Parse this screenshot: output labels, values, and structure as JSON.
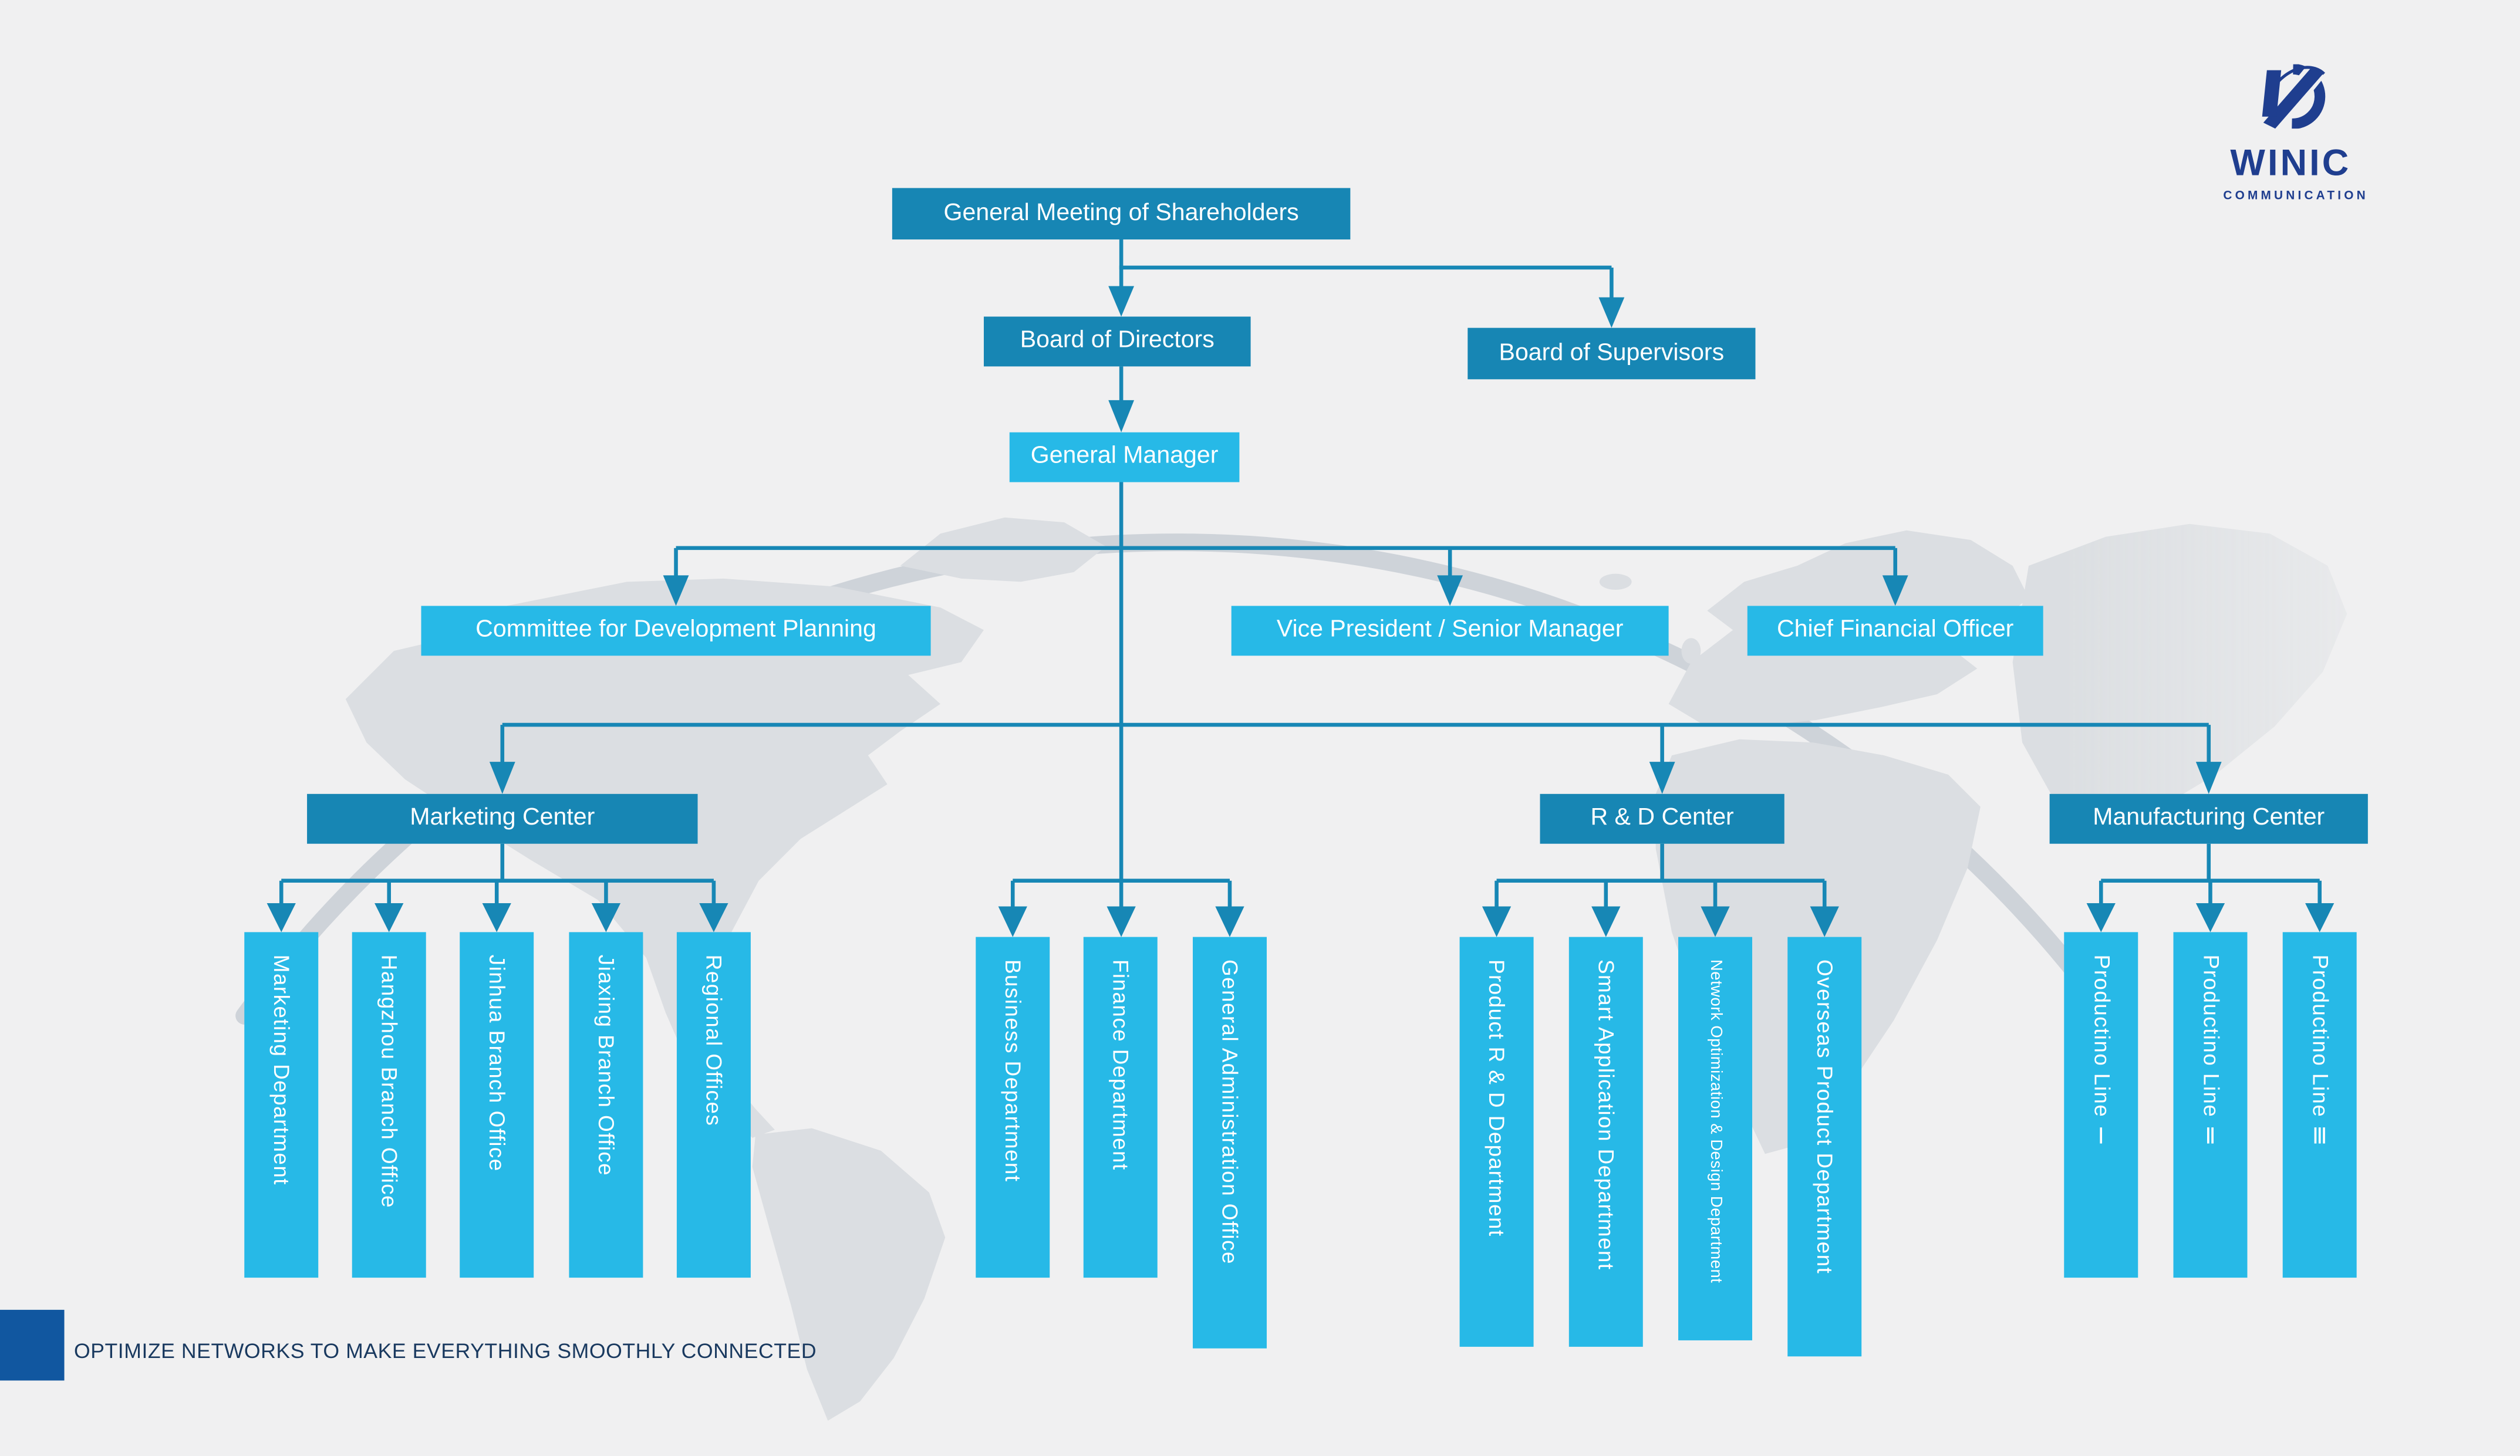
{
  "header": {
    "logo_brand": "WINIC",
    "logo_subtitle": "COMMUNICATION"
  },
  "footer": {
    "tagline": "OPTIMIZE NETWORKS TO MAKE EVERYTHING SMOOTHLY CONNECTED"
  },
  "colors": {
    "dark_box": "#1786b4",
    "light_box": "#27b9e7",
    "connector": "#1787b5",
    "logo_navy": "#1f3e8f",
    "footer_square": "#1157a0",
    "footer_text": "#19395f",
    "background": "#f0f0f1",
    "map_watermark": "#d6dade"
  },
  "org_chart": {
    "root": "General Meeting of Shareholders",
    "governance": [
      "Board of Directors",
      "Board of Supervisors"
    ],
    "executive": "General Manager",
    "staff": [
      "Committee for Development Planning",
      "Vice President / Senior Manager",
      "Chief Financial Officer"
    ],
    "centers": [
      "Marketing Center",
      "R & D Center",
      "Manufacturing Center"
    ],
    "marketing_units": [
      "Marketing Department",
      "Hangzhou Branch Office",
      "Jinhua Branch Office",
      "Jiaxing Branch Office",
      "Regional Offices"
    ],
    "admin_units": [
      "Business Department",
      "Finance Department",
      "General Administration Office"
    ],
    "rnd_units": [
      "Product R & D Department",
      "Smart Application Department",
      "Network Optimization & Design Department",
      "Overseas Product Department"
    ],
    "manufacturing_units": [
      "Productino Line Ⅰ",
      "Productino Line Ⅱ",
      "Productino Line Ⅲ"
    ]
  }
}
